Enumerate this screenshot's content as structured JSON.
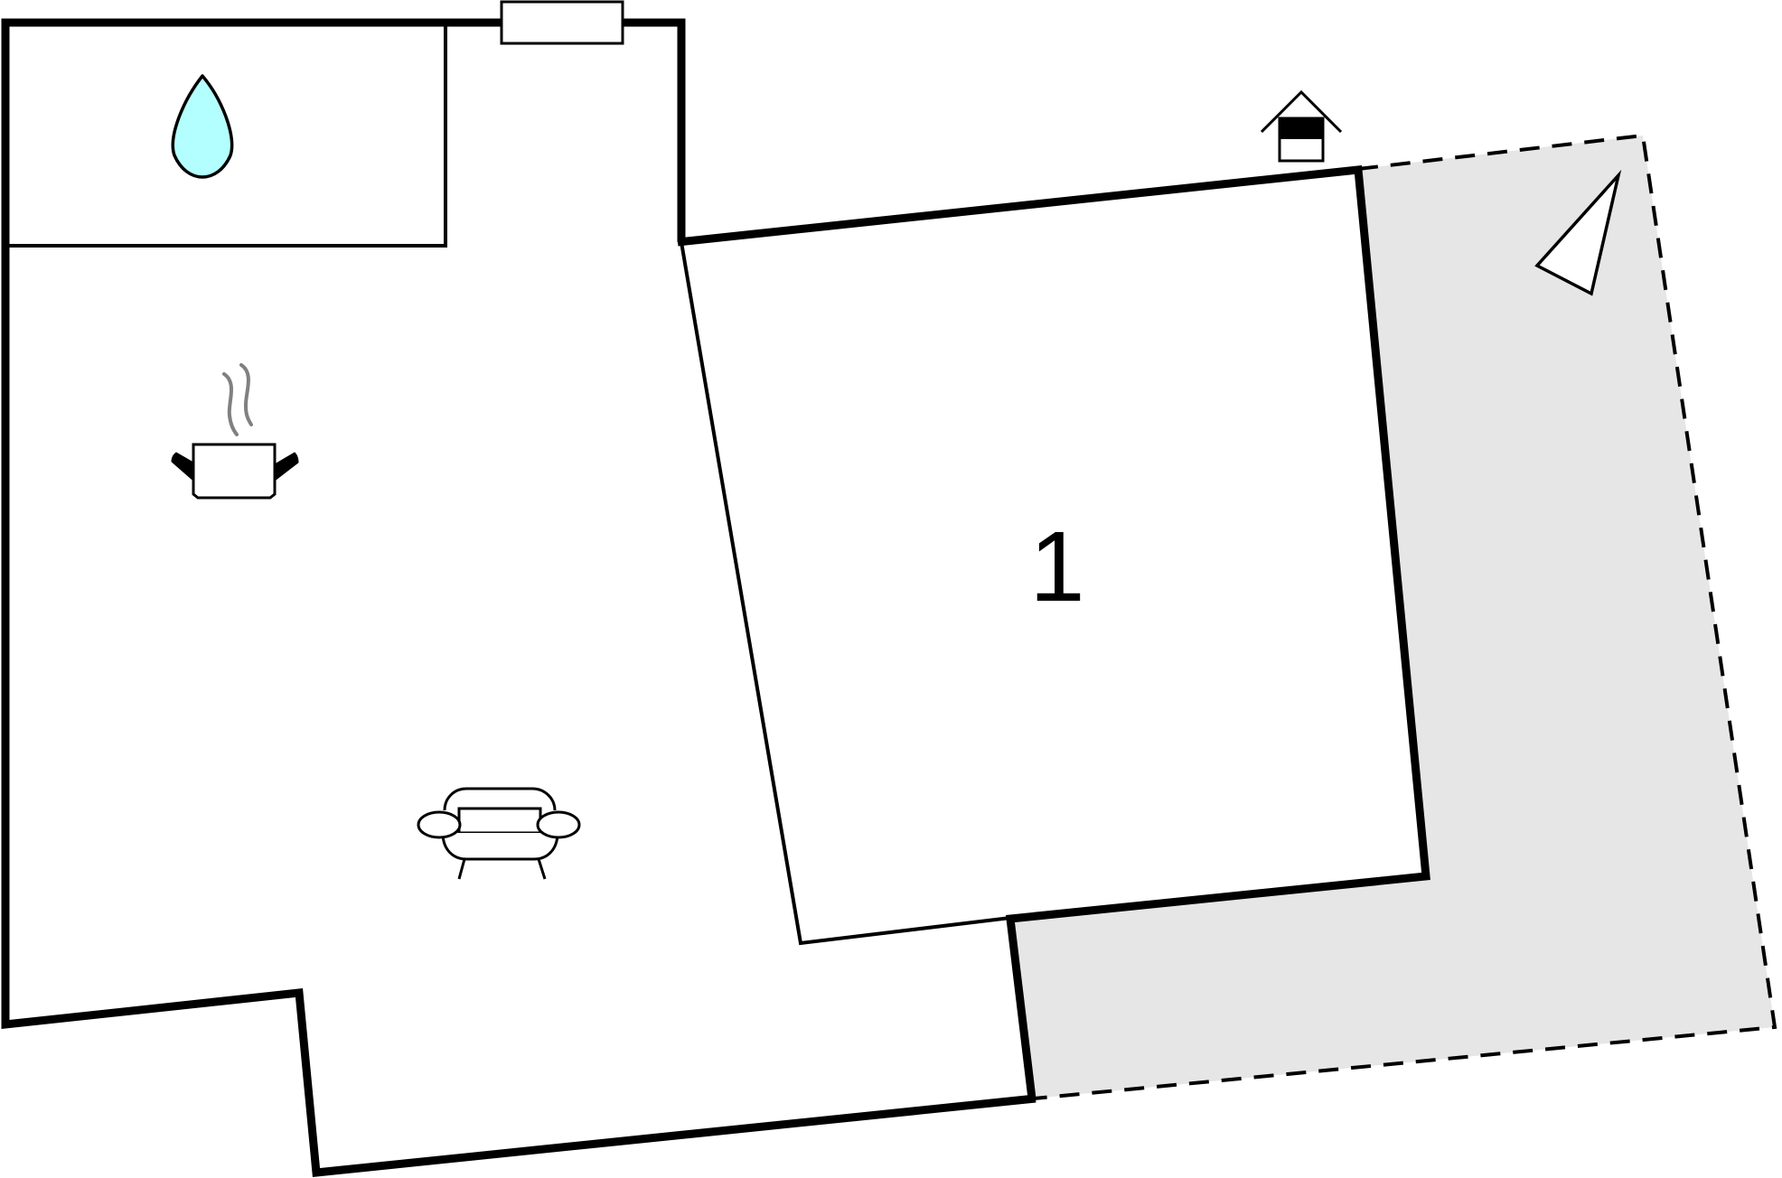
{
  "floor_plan": {
    "rooms": [
      {
        "number": "1"
      }
    ],
    "icons": [
      {
        "name": "water-drop-icon",
        "meaning": "bathroom"
      },
      {
        "name": "cooking-pot-icon",
        "meaning": "kitchen"
      },
      {
        "name": "sofa-icon",
        "meaning": "living room"
      },
      {
        "name": "entrance-icon",
        "meaning": "entrance"
      },
      {
        "name": "north-arrow-icon",
        "meaning": "orientation"
      }
    ],
    "colors": {
      "wall": "#000000",
      "terrace_fill": "#e6e6e6",
      "water_drop": "#b3ffff",
      "steam": "#808080",
      "background": "#ffffff"
    }
  }
}
